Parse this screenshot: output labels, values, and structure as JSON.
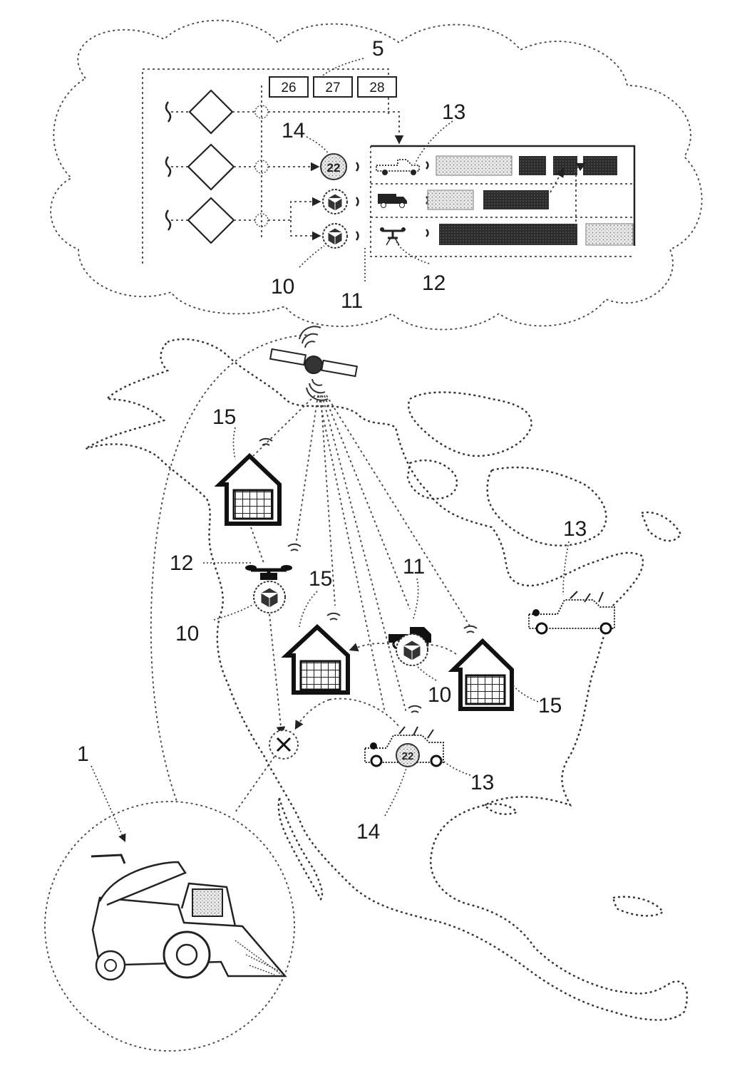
{
  "figure": {
    "boxes": [
      "26",
      "27",
      "28"
    ],
    "labels": {
      "cloud_ref": "5",
      "harvester_ref": "1",
      "panel_truck": "13",
      "panel_id": "14",
      "panel_product_a": "10",
      "panel_link": "11",
      "panel_drone": "12",
      "map_warehouse_nw": "15",
      "map_drone": "12",
      "map_warehouse_mid": "15",
      "map_drone_product": "10",
      "map_truck_route": "11",
      "map_truck_product": "10",
      "map_warehouse_east": "15",
      "map_truck_ne": "13",
      "map_truck_south": "13",
      "map_id_south": "14"
    },
    "icons": [
      "satellite-icon",
      "warehouse-icon",
      "drone-icon",
      "truck-icon",
      "product-box-icon",
      "harvester-icon",
      "destination-cross-icon",
      "wireless-signal-icon",
      "decision-diamond-icon",
      "check-node-icon"
    ],
    "colors": {
      "ink": "#1a1a1a",
      "hatch_light": "#bdbdbd",
      "hatch_dark": "#2a2a2a",
      "background": "#ffffff"
    }
  }
}
